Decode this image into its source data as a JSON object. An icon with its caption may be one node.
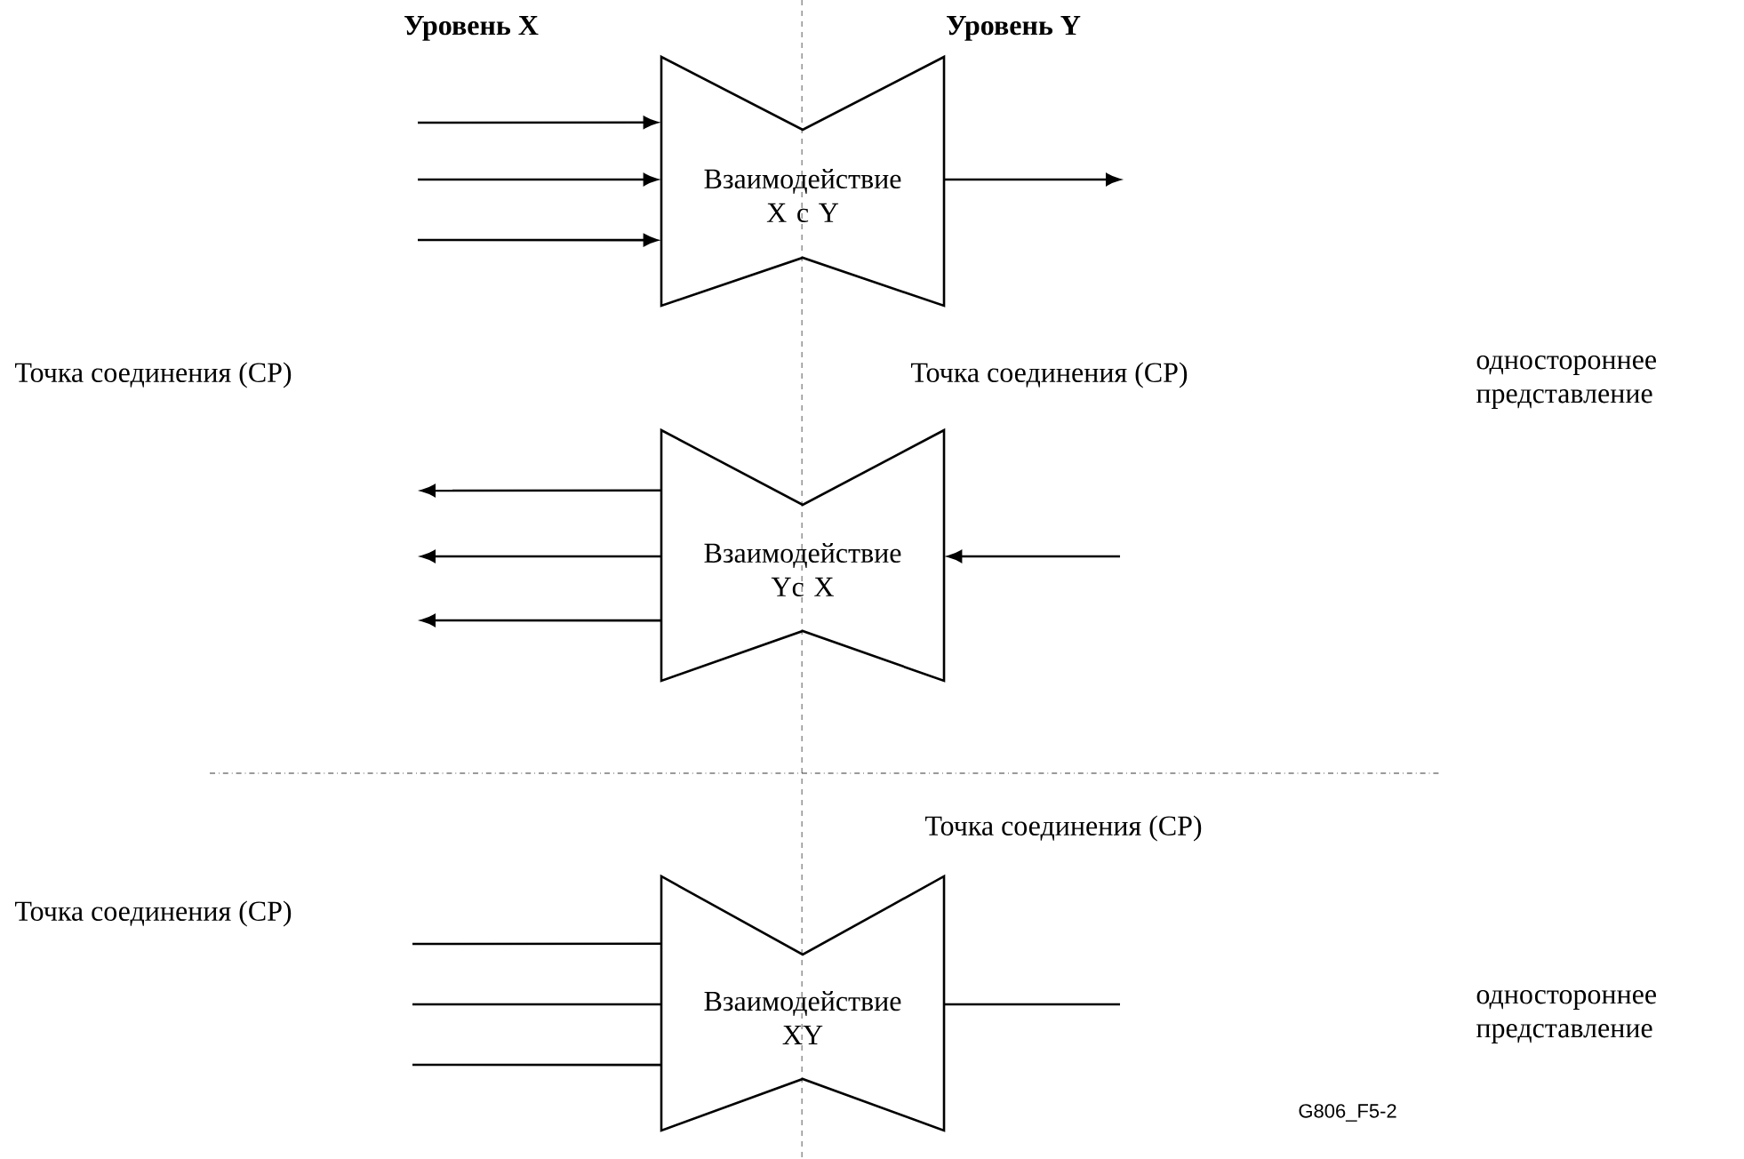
{
  "diagram": {
    "nodes": [
      {
        "text": [
          "Взаимодействие X c Y"
        ]
      },
      {
        "text": [
          "Взаимодействие Yc X"
        ]
      },
      {
        "text": [
          "Взаимодействие XY"
        ]
      }
    ],
    "edges": [
      {
        "from": null,
        "to": 0,
        "arrow": "to"
      },
      {
        "from": null,
        "to": 0,
        "arrow": "to"
      },
      {
        "from": null,
        "to": 0,
        "arrow": "to"
      },
      {
        "from": 0,
        "to": null,
        "arrow": "to"
      },
      {
        "from": 1,
        "to": null,
        "arrow": "to"
      },
      {
        "from": 1,
        "to": null,
        "arrow": "to"
      },
      {
        "from": 1,
        "to": null,
        "arrow": "to"
      },
      {
        "from": null,
        "to": 1,
        "arrow": "to"
      },
      {
        "from": null,
        "to": 2,
        "arrow": "none"
      },
      {
        "from": null,
        "to": 2,
        "arrow": "none"
      },
      {
        "from": null,
        "to": 2,
        "arrow": "none"
      },
      {
        "from": 2,
        "to": null,
        "arrow": "none"
      }
    ],
    "labels": [
      "Уровень X",
      "Уровень Y",
      "Точка соединения (CP)",
      "Точка соединения (CP)",
      "одностороннее представление",
      "Точка соединения (CP)",
      "Точка соединения (CP)",
      "одностороннее представление",
      "G806_F5-2"
    ]
  }
}
